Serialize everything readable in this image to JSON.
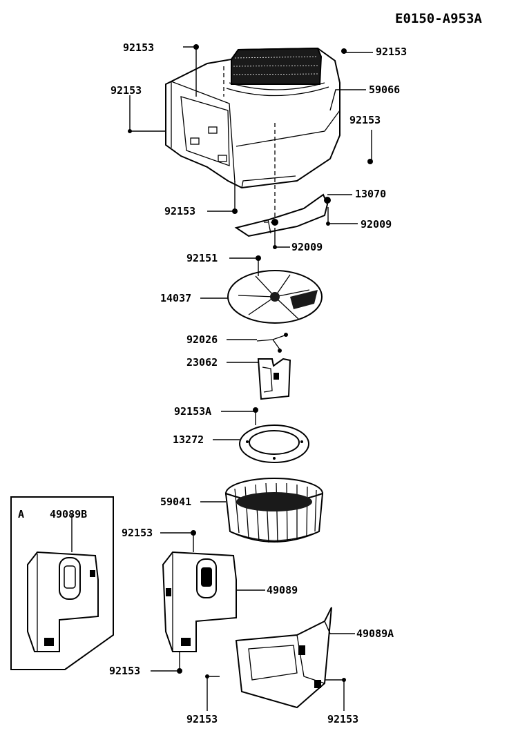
{
  "diagram_code": "E0150-A953A",
  "inset_letter": "A",
  "labels": {
    "l_92153_topleft": "92153",
    "l_92153_topright": "92153",
    "l_59066": "59066",
    "l_92153_left": "92153",
    "l_92153_right": "92153",
    "l_13070": "13070",
    "l_92153_below": "92153",
    "l_92009_a": "92009",
    "l_92009_b": "92009",
    "l_92151": "92151",
    "l_14037": "14037",
    "l_92026": "92026",
    "l_23062": "23062",
    "l_92153A": "92153A",
    "l_13272": "13272",
    "l_59041": "59041",
    "l_49089B": "49089B",
    "l_92153_mid": "92153",
    "l_49089": "49089",
    "l_49089A": "49089A",
    "l_92153_bl": "92153",
    "l_92153_bottom": "92153",
    "l_92153_br": "92153"
  }
}
